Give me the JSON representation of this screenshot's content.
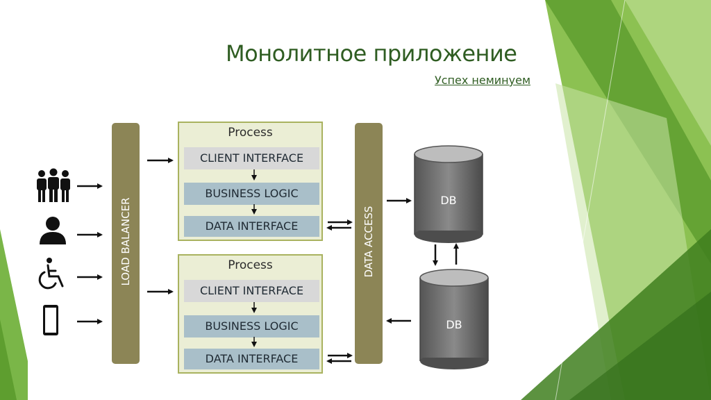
{
  "slide": {
    "title": "Монолитное приложение",
    "subtitle": "Успех неминуем"
  },
  "load_balancer": {
    "label": "LOAD BALANCER"
  },
  "data_access": {
    "label": "DATA ACCESS"
  },
  "processes": [
    {
      "title": "Process",
      "layers": [
        "CLIENT INTERFACE",
        "BUSINESS LOGIC",
        "DATA INTERFACE"
      ]
    },
    {
      "title": "Process",
      "layers": [
        "CLIENT INTERFACE",
        "BUSINESS LOGIC",
        "DATA INTERFACE"
      ]
    }
  ],
  "databases": [
    {
      "label": "DB"
    },
    {
      "label": "DB"
    }
  ],
  "clients": [
    {
      "icon": "group-of-people-icon"
    },
    {
      "icon": "person-icon"
    },
    {
      "icon": "wheelchair-user-icon"
    },
    {
      "icon": "mobile-phone-icon"
    }
  ],
  "colors": {
    "title": "#2f5d22",
    "bar": "#8c8556",
    "process_bg": "#ebeed5",
    "process_border": "#a9b25f",
    "layer_client": "#d8d8d8",
    "layer_other": "#a9bfc9",
    "db": "#6f6f6f",
    "accent_green": "#7ab648"
  }
}
